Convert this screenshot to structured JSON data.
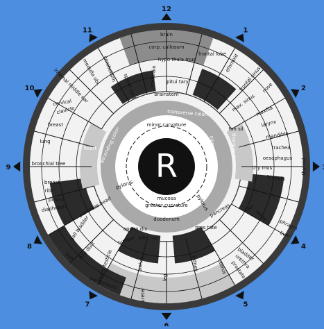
{
  "center_letter": "R",
  "colors": {
    "background": "#4d8ee0",
    "outer_ring": "#3a3a3a",
    "paper": "#f2f2f2",
    "dark_zone": "#2b2b2b",
    "mid_gray": "#8c8c8c",
    "light_gray": "#c8c8c8",
    "pupil": "#111111"
  },
  "clock": [
    "12",
    "1",
    "2",
    "3",
    "4",
    "5",
    "6",
    "7",
    "8",
    "9",
    "10",
    "11"
  ],
  "zones": [
    {
      "name": "brain",
      "text": "brain"
    },
    {
      "name": "corp-callosum",
      "text": "corp. callosum"
    },
    {
      "name": "hypothalamus",
      "text": "hypo thala mus"
    },
    {
      "name": "pituitary",
      "text": "pitui tary"
    },
    {
      "name": "brainstem",
      "text": "brainstem"
    },
    {
      "name": "midbrain",
      "text": "midbrain"
    },
    {
      "name": "frontal-lobe",
      "text": "frontal lobe"
    },
    {
      "name": "ethmoid-sinus",
      "text": "ethmoid"
    },
    {
      "name": "frontal-sinus",
      "text": "frontal sinus"
    },
    {
      "name": "nose",
      "text": "nose"
    },
    {
      "name": "max-sinus",
      "text": "max. sinus"
    },
    {
      "name": "maxilla",
      "text": "maxilla"
    },
    {
      "name": "tonsil",
      "text": "ton sil"
    },
    {
      "name": "larynx",
      "text": "larynx"
    },
    {
      "name": "mandible",
      "text": "mandible"
    },
    {
      "name": "trachea",
      "text": "trachea"
    },
    {
      "name": "oesophagus",
      "text": "oesophagus"
    },
    {
      "name": "thymus",
      "text": "thy mus"
    },
    {
      "name": "thyroid",
      "text": "thyroid"
    },
    {
      "name": "scapula",
      "text": "scapula"
    },
    {
      "name": "spine",
      "text": "spine"
    },
    {
      "name": "diaphragm-right",
      "text": "phragm"
    },
    {
      "name": "liver-right",
      "text": "liver"
    },
    {
      "name": "bladder",
      "text": "bladder"
    },
    {
      "name": "urethra",
      "text": "urethra"
    },
    {
      "name": "prostate-right",
      "text": "prostate"
    },
    {
      "name": "uterus",
      "text": "uterus"
    },
    {
      "name": "prostate-center",
      "text": "pros tate"
    },
    {
      "name": "kidney",
      "text": "kidney"
    },
    {
      "name": "leg",
      "text": "leg"
    },
    {
      "name": "ureter",
      "text": "ureter"
    },
    {
      "name": "pelvis",
      "text": "pelvis"
    },
    {
      "name": "adrenal",
      "text": "adre nal"
    },
    {
      "name": "ovary-testicle",
      "text": "ovary testicle"
    },
    {
      "name": "peritoneum",
      "text": "peritoneum"
    },
    {
      "name": "appendix",
      "text": "appen dix"
    },
    {
      "name": "lumbar",
      "text": "lumbar"
    },
    {
      "name": "gall-bladder",
      "text": "gall bladder"
    },
    {
      "name": "pancreas-head",
      "text": "pancreas head"
    },
    {
      "name": "bile-duct",
      "text": "bile duct"
    },
    {
      "name": "liver-left",
      "text": "liver"
    },
    {
      "name": "diaphragm-left",
      "text": "diaphragm"
    },
    {
      "name": "pleura",
      "text": "pleura"
    },
    {
      "name": "ribs",
      "text": "ribs"
    },
    {
      "name": "breast-lower",
      "text": "breast"
    },
    {
      "name": "bronchial-tree",
      "text": "bronchial tree"
    },
    {
      "name": "lung",
      "text": "lung"
    },
    {
      "name": "heart",
      "text": "heart"
    },
    {
      "name": "breast-upper",
      "text": "breast"
    },
    {
      "name": "clavicle",
      "text": "clavicle"
    },
    {
      "name": "cervical",
      "text": "cervical"
    },
    {
      "name": "internal-middle-ear",
      "text": "internal middle ear"
    },
    {
      "name": "medulla",
      "text": "medulla obl."
    },
    {
      "name": "cerebellum",
      "text": "cerebellum"
    },
    {
      "name": "spinal-cord",
      "text": "spinal cord"
    },
    {
      "name": "transverse-colon",
      "text": "transverse colon"
    },
    {
      "name": "ascending-colon",
      "text": "ascending colon"
    },
    {
      "name": "sigmoid-colon",
      "text": "sigmoid colon"
    },
    {
      "name": "thoracic-duct",
      "text": "thoracic duct"
    },
    {
      "name": "minor-curvature",
      "text": "minor curvature"
    },
    {
      "name": "mucosa",
      "text": "mucosa"
    },
    {
      "name": "greater-curvature",
      "text": "greater curvature"
    },
    {
      "name": "pylorus-left",
      "text": "pylorus"
    },
    {
      "name": "pylorus-right",
      "text": "pylorus"
    },
    {
      "name": "duodenum",
      "text": "duodenum"
    },
    {
      "name": "pancreas-right",
      "text": "pancreas"
    },
    {
      "name": "pancreas-tail",
      "text": "tail"
    }
  ]
}
